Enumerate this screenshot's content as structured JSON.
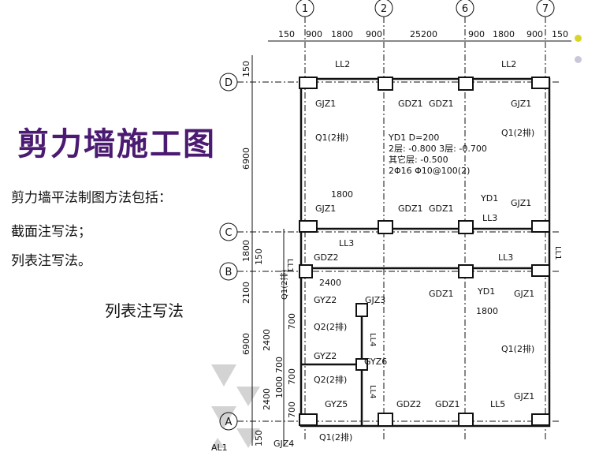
{
  "slide": {
    "title": "剪力墙施工图",
    "body_lines": [
      "剪力墙平法制图方法包括：",
      "截面注写法；",
      "列表注写法。"
    ],
    "subheading": "列表注写法",
    "bullet_colors": [
      "#d8d52a",
      "#c9c7da"
    ]
  },
  "drawing": {
    "axis_numbers": [
      "1",
      "2",
      "6",
      "7"
    ],
    "axis_letters": [
      "D",
      "C",
      "B",
      "A"
    ],
    "top_dims": [
      "150",
      "900",
      "1800",
      "900",
      "25200",
      "900",
      "1800",
      "900",
      "150"
    ],
    "left_dims": [
      "150",
      "6900",
      "1800",
      "150",
      "2100",
      "6900",
      "700",
      "2400",
      "700",
      "1000",
      "700",
      "2400",
      "700",
      "150"
    ],
    "inner_dims": [
      "1800",
      "2400",
      "1800"
    ],
    "labels": {
      "ll2": "LL2",
      "ll3": "LL3",
      "ll1": "LL1",
      "ll4": "LL4",
      "ll5": "LL5",
      "gjz1": "GJZ1",
      "gdz1": "GDZ1",
      "gdz2": "GDZ2",
      "gjz3": "GJZ3",
      "gjz4": "GJZ4",
      "gyz2": "GYZ2",
      "gyz5": "GYZ5",
      "gyz6": "GYZ6",
      "yd1": "YD1",
      "q1": "Q1(2排)",
      "q2": "Q2(2排)",
      "al1": "AL1"
    },
    "opening_note": [
      "YD1  D=200",
      "2层: -0.800  3层: -0.700",
      "其它层: -0.500",
      "2Φ16  Φ10@100(2)"
    ]
  }
}
